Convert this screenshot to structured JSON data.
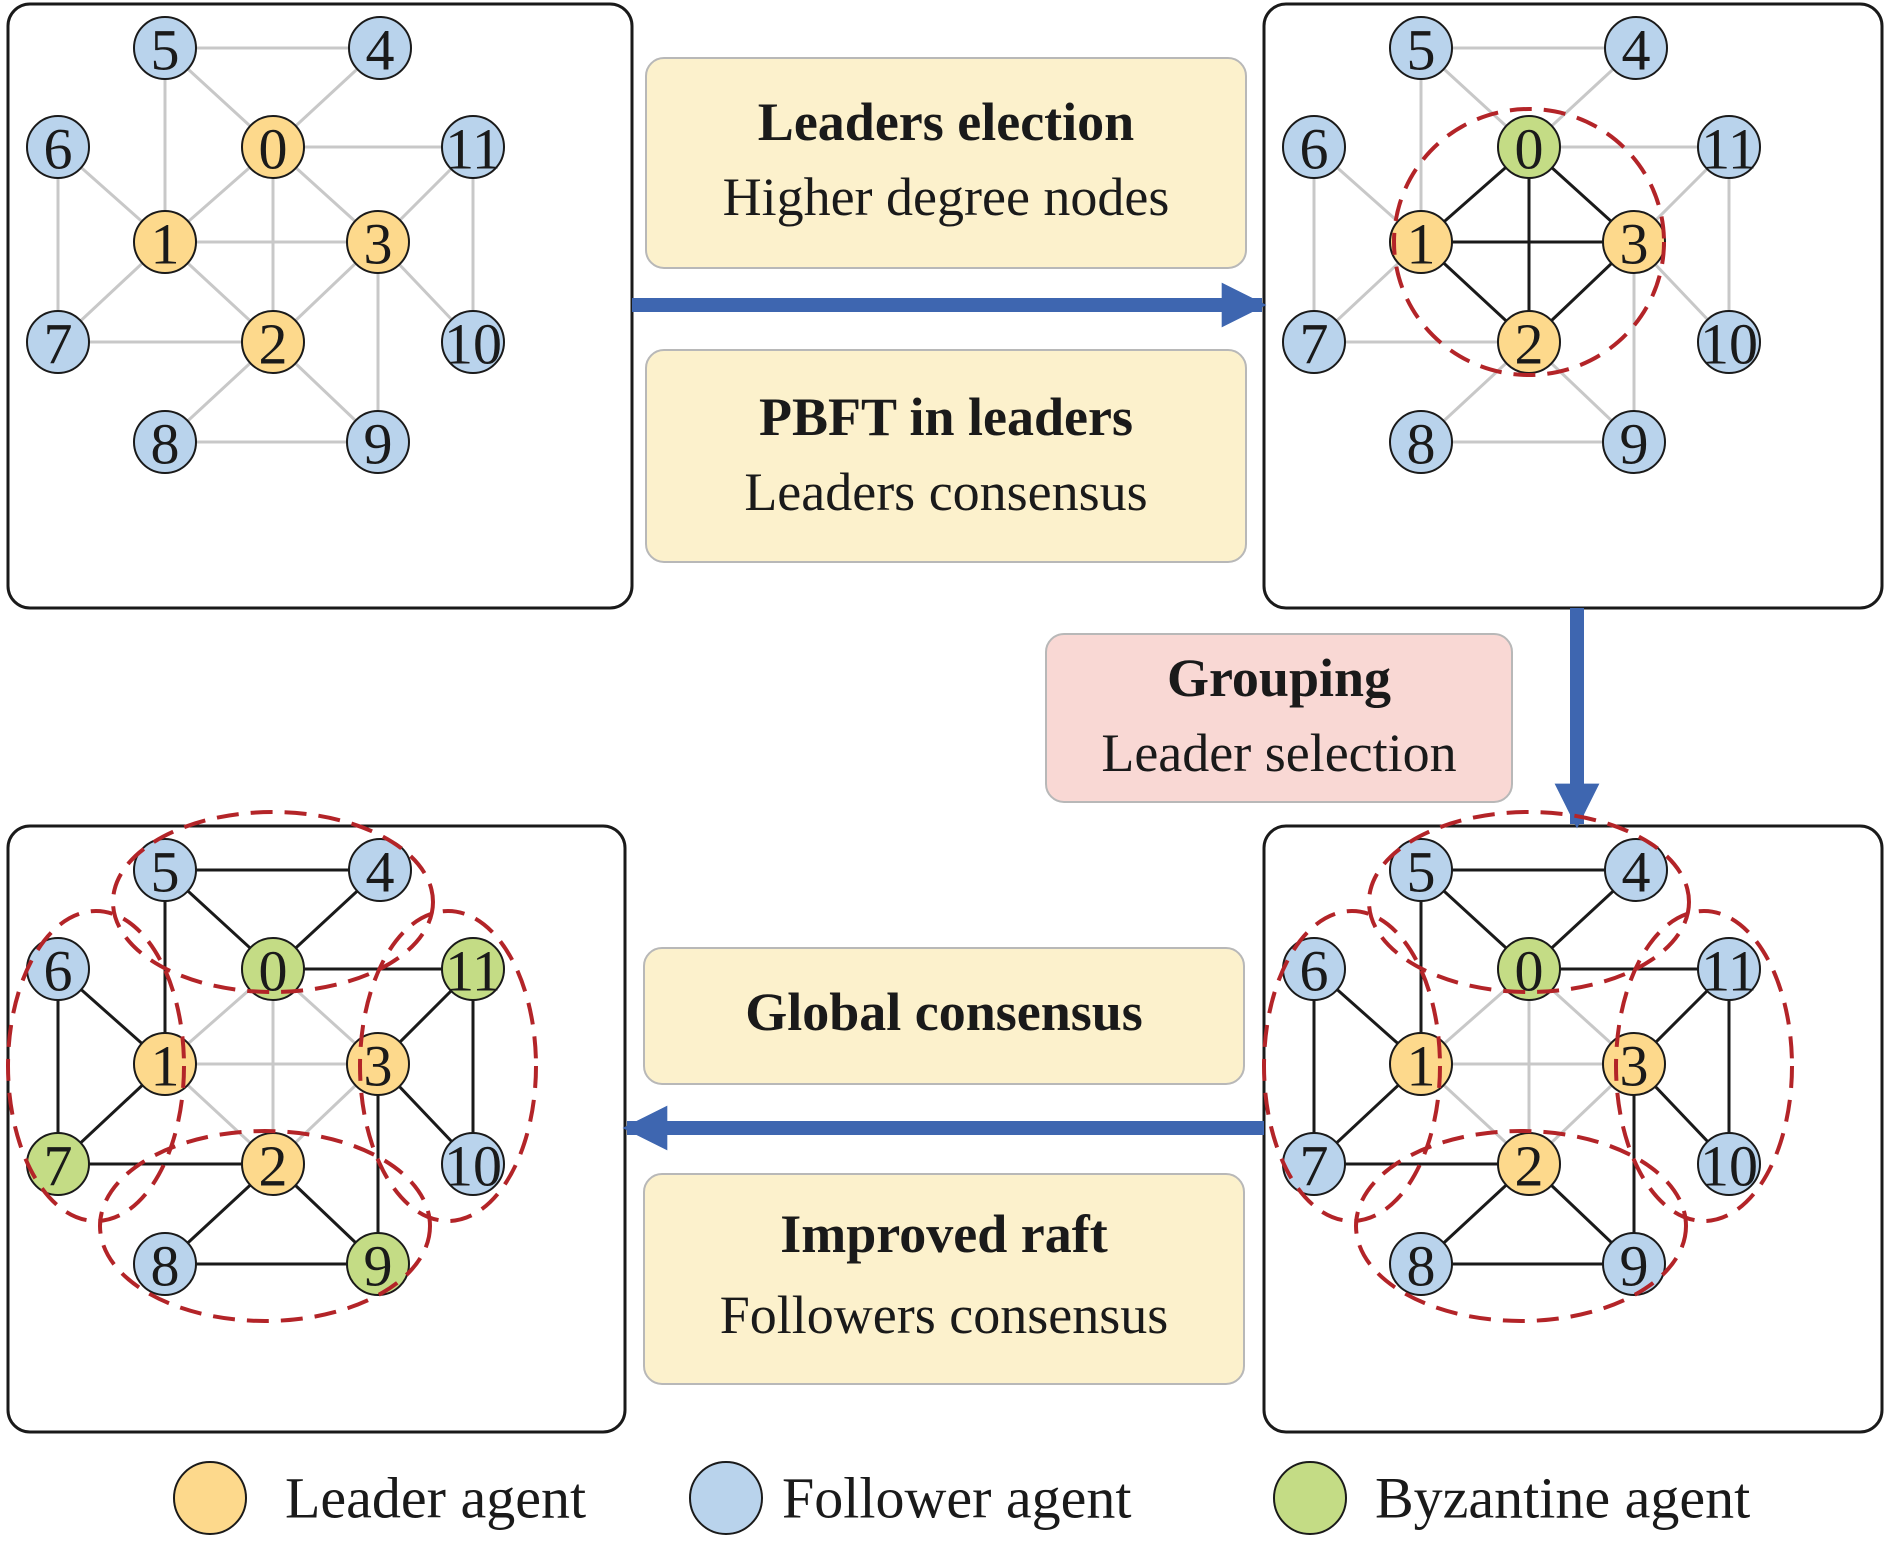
{
  "colors": {
    "leader": "#fdd98c",
    "follower": "#b9d3ec",
    "byzantine": "#c4dc85",
    "info_box": "#fcf1cc",
    "grouping_box": "#f9d8d4",
    "arrow": "#3e66b0",
    "group_ring": "#b32428",
    "edge_gray": "#c8c8c8",
    "edge_black": "#1a1a1a"
  },
  "nodes": [
    "0",
    "1",
    "2",
    "3",
    "4",
    "5",
    "6",
    "7",
    "8",
    "9",
    "10",
    "11"
  ],
  "panels": [
    {
      "id": "initial-network",
      "node_roles": [
        "leader",
        "leader",
        "leader",
        "leader",
        "follower",
        "follower",
        "follower",
        "follower",
        "follower",
        "follower",
        "follower",
        "follower"
      ],
      "gray_edges": [
        [
          0,
          5
        ],
        [
          0,
          4
        ],
        [
          4,
          5
        ],
        [
          0,
          11
        ],
        [
          1,
          5
        ],
        [
          1,
          6
        ],
        [
          1,
          7
        ],
        [
          6,
          7
        ],
        [
          0,
          1
        ],
        [
          0,
          2
        ],
        [
          0,
          3
        ],
        [
          1,
          2
        ],
        [
          1,
          3
        ],
        [
          2,
          3
        ],
        [
          2,
          7
        ],
        [
          3,
          11
        ],
        [
          3,
          10
        ],
        [
          10,
          11
        ],
        [
          3,
          9
        ],
        [
          2,
          8
        ],
        [
          2,
          9
        ],
        [
          8,
          9
        ]
      ],
      "black_edges": [],
      "rings": []
    },
    {
      "id": "leaders-elected",
      "node_roles": [
        "byzantine",
        "leader",
        "leader",
        "leader",
        "follower",
        "follower",
        "follower",
        "follower",
        "follower",
        "follower",
        "follower",
        "follower"
      ],
      "gray_edges": [
        [
          0,
          5
        ],
        [
          0,
          4
        ],
        [
          4,
          5
        ],
        [
          0,
          11
        ],
        [
          1,
          5
        ],
        [
          1,
          6
        ],
        [
          1,
          7
        ],
        [
          6,
          7
        ],
        [
          2,
          7
        ],
        [
          3,
          11
        ],
        [
          3,
          10
        ],
        [
          10,
          11
        ],
        [
          3,
          9
        ],
        [
          2,
          8
        ],
        [
          2,
          9
        ],
        [
          8,
          9
        ]
      ],
      "black_edges": [
        [
          0,
          1
        ],
        [
          0,
          2
        ],
        [
          0,
          3
        ],
        [
          1,
          2
        ],
        [
          1,
          3
        ],
        [
          2,
          3
        ]
      ],
      "rings": [
        "leaders"
      ]
    },
    {
      "id": "groups-formed",
      "node_roles": [
        "byzantine",
        "leader",
        "leader",
        "leader",
        "follower",
        "follower",
        "follower",
        "follower",
        "follower",
        "follower",
        "follower",
        "follower"
      ],
      "gray_edges": [
        [
          0,
          1
        ],
        [
          0,
          2
        ],
        [
          0,
          3
        ],
        [
          1,
          2
        ],
        [
          1,
          3
        ],
        [
          2,
          3
        ]
      ],
      "black_edges": [
        [
          0,
          5
        ],
        [
          0,
          4
        ],
        [
          4,
          5
        ],
        [
          0,
          11
        ],
        [
          1,
          5
        ],
        [
          1,
          6
        ],
        [
          1,
          7
        ],
        [
          6,
          7
        ],
        [
          2,
          7
        ],
        [
          3,
          11
        ],
        [
          3,
          10
        ],
        [
          10,
          11
        ],
        [
          3,
          9
        ],
        [
          2,
          8
        ],
        [
          2,
          9
        ],
        [
          8,
          9
        ]
      ],
      "rings": [
        "group-0",
        "group-1",
        "group-2",
        "group-3"
      ]
    },
    {
      "id": "global-consensus",
      "node_roles": [
        "byzantine",
        "leader",
        "leader",
        "leader",
        "follower",
        "follower",
        "follower",
        "byzantine",
        "follower",
        "byzantine",
        "follower",
        "byzantine"
      ],
      "gray_edges": [
        [
          0,
          1
        ],
        [
          0,
          2
        ],
        [
          0,
          3
        ],
        [
          1,
          2
        ],
        [
          1,
          3
        ],
        [
          2,
          3
        ]
      ],
      "black_edges": [
        [
          0,
          5
        ],
        [
          0,
          4
        ],
        [
          4,
          5
        ],
        [
          0,
          11
        ],
        [
          1,
          5
        ],
        [
          1,
          6
        ],
        [
          1,
          7
        ],
        [
          6,
          7
        ],
        [
          2,
          7
        ],
        [
          3,
          11
        ],
        [
          3,
          10
        ],
        [
          10,
          11
        ],
        [
          3,
          9
        ],
        [
          2,
          8
        ],
        [
          2,
          9
        ],
        [
          8,
          9
        ]
      ],
      "rings": [
        "group-0",
        "group-1",
        "group-2",
        "group-3"
      ]
    }
  ],
  "boxes": {
    "leaders_election": {
      "title": "Leaders election",
      "subtitle": "Higher degree nodes"
    },
    "pbft_in_leaders": {
      "title": "PBFT in leaders",
      "subtitle": "Leaders consensus"
    },
    "grouping": {
      "title": "Grouping",
      "subtitle": "Leader selection"
    },
    "global_consensus": {
      "title": "Global consensus"
    },
    "improved_raft": {
      "title": "Improved raft",
      "subtitle": "Followers consensus"
    }
  },
  "legend": [
    {
      "role": "leader",
      "label": "Leader agent"
    },
    {
      "role": "follower",
      "label": "Follower agent"
    },
    {
      "role": "byzantine",
      "label": "Byzantine agent"
    }
  ]
}
